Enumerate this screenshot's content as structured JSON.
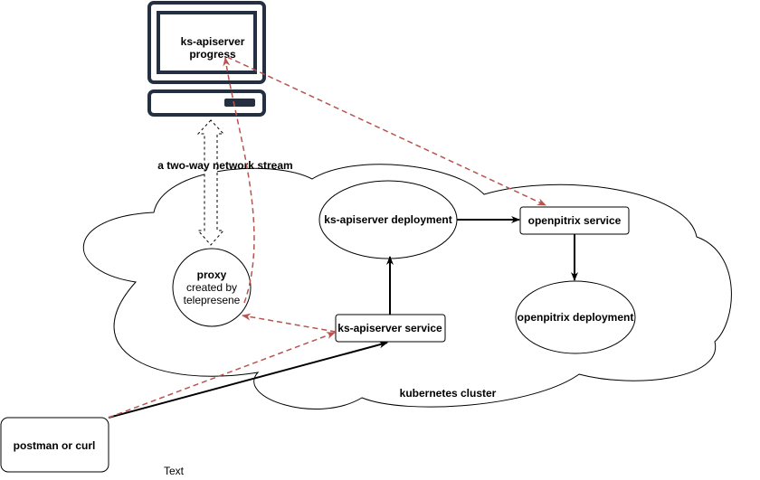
{
  "diagram": {
    "monitor": {
      "label_line1": "ks-apiserver",
      "label_line2": "progress"
    },
    "stream_label": "a two-way network stream",
    "cluster_label": "kubernetes cluster",
    "nodes": {
      "proxy": {
        "title": "proxy",
        "line2": "created by",
        "line3": "telepresene"
      },
      "ks_deployment": "ks-apiserver deployment",
      "openpitrix_service": "openpitrix service",
      "openpitrix_deployment": "openpitrix deployment",
      "ks_service": "ks-apiserver service",
      "client": "postman or curl"
    },
    "footer_text": "Text",
    "colors": {
      "stroke": "#000000",
      "monitor": "#243042",
      "dashed_red": "#b85450",
      "background": "#ffffff"
    }
  }
}
